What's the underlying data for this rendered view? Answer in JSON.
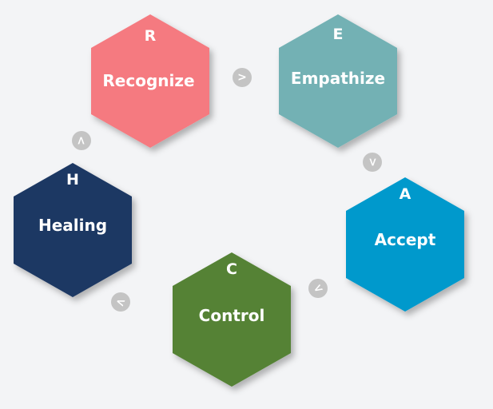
{
  "steps": [
    {
      "letter": "R",
      "label": "Recognize",
      "color": "#f57a80"
    },
    {
      "letter": "E",
      "label": "Empathize",
      "color": "#73b1b4"
    },
    {
      "letter": "A",
      "label": "Accept",
      "color": "#0099cc"
    },
    {
      "letter": "C",
      "label": "Control",
      "color": "#548235"
    },
    {
      "letter": "H",
      "label": "Healing",
      "color": "#1f3864"
    }
  ],
  "connectors": [
    {
      "glyph": ">",
      "rotate": 0
    },
    {
      "glyph": ">",
      "rotate": 90
    },
    {
      "glyph": ">",
      "rotate": 150
    },
    {
      "glyph": ">",
      "rotate": 200
    },
    {
      "glyph": ">",
      "rotate": 270
    }
  ],
  "connector_color": "#c4c4c4"
}
